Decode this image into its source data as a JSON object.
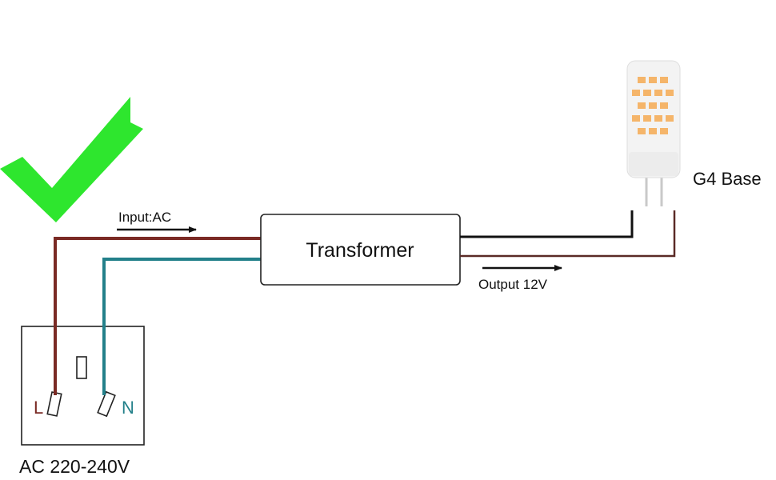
{
  "labels": {
    "input": "Input:AC",
    "transformer": "Transformer",
    "output": "Output 12V",
    "bulb": "G4 Base",
    "socket_supply": "AC 220-240V",
    "live": "L",
    "neutral": "N"
  },
  "colors": {
    "checkmark": "#2ee62e",
    "live_wire": "#7a2a24",
    "neutral_wire": "#23808a",
    "output_positive_wire": "#111111",
    "output_negative_wire": "#5a2a26",
    "led": "#f5b56a"
  },
  "icons": {
    "checkmark": "check-icon",
    "bulb": "g4-led-bulb-icon",
    "socket": "wall-socket-icon"
  }
}
